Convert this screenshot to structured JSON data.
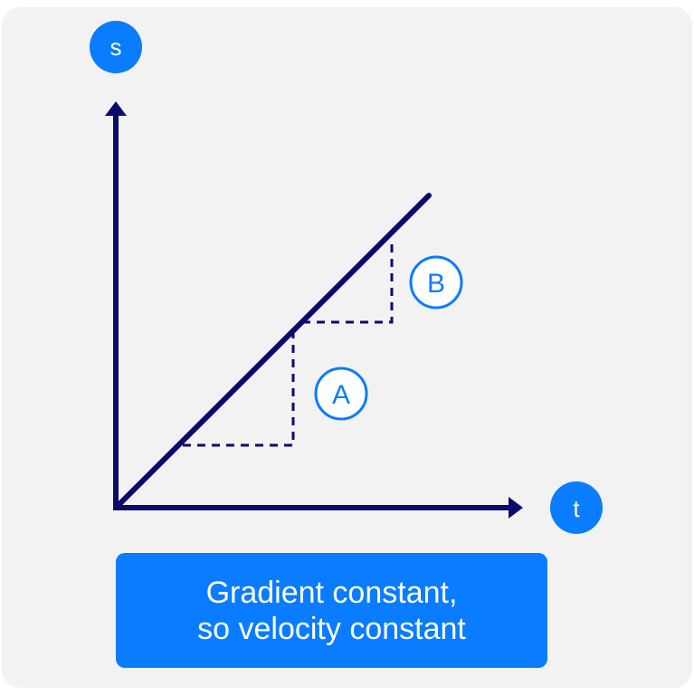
{
  "axes": {
    "y_label": "s",
    "x_label": "t"
  },
  "markers": {
    "a": "A",
    "b": "B"
  },
  "caption": {
    "line1": "Gradient constant,",
    "line2": "so velocity constant"
  },
  "colors": {
    "navy": "#0b0b6e",
    "blue": "#0a7cff",
    "background": "#f2f2f2"
  }
}
